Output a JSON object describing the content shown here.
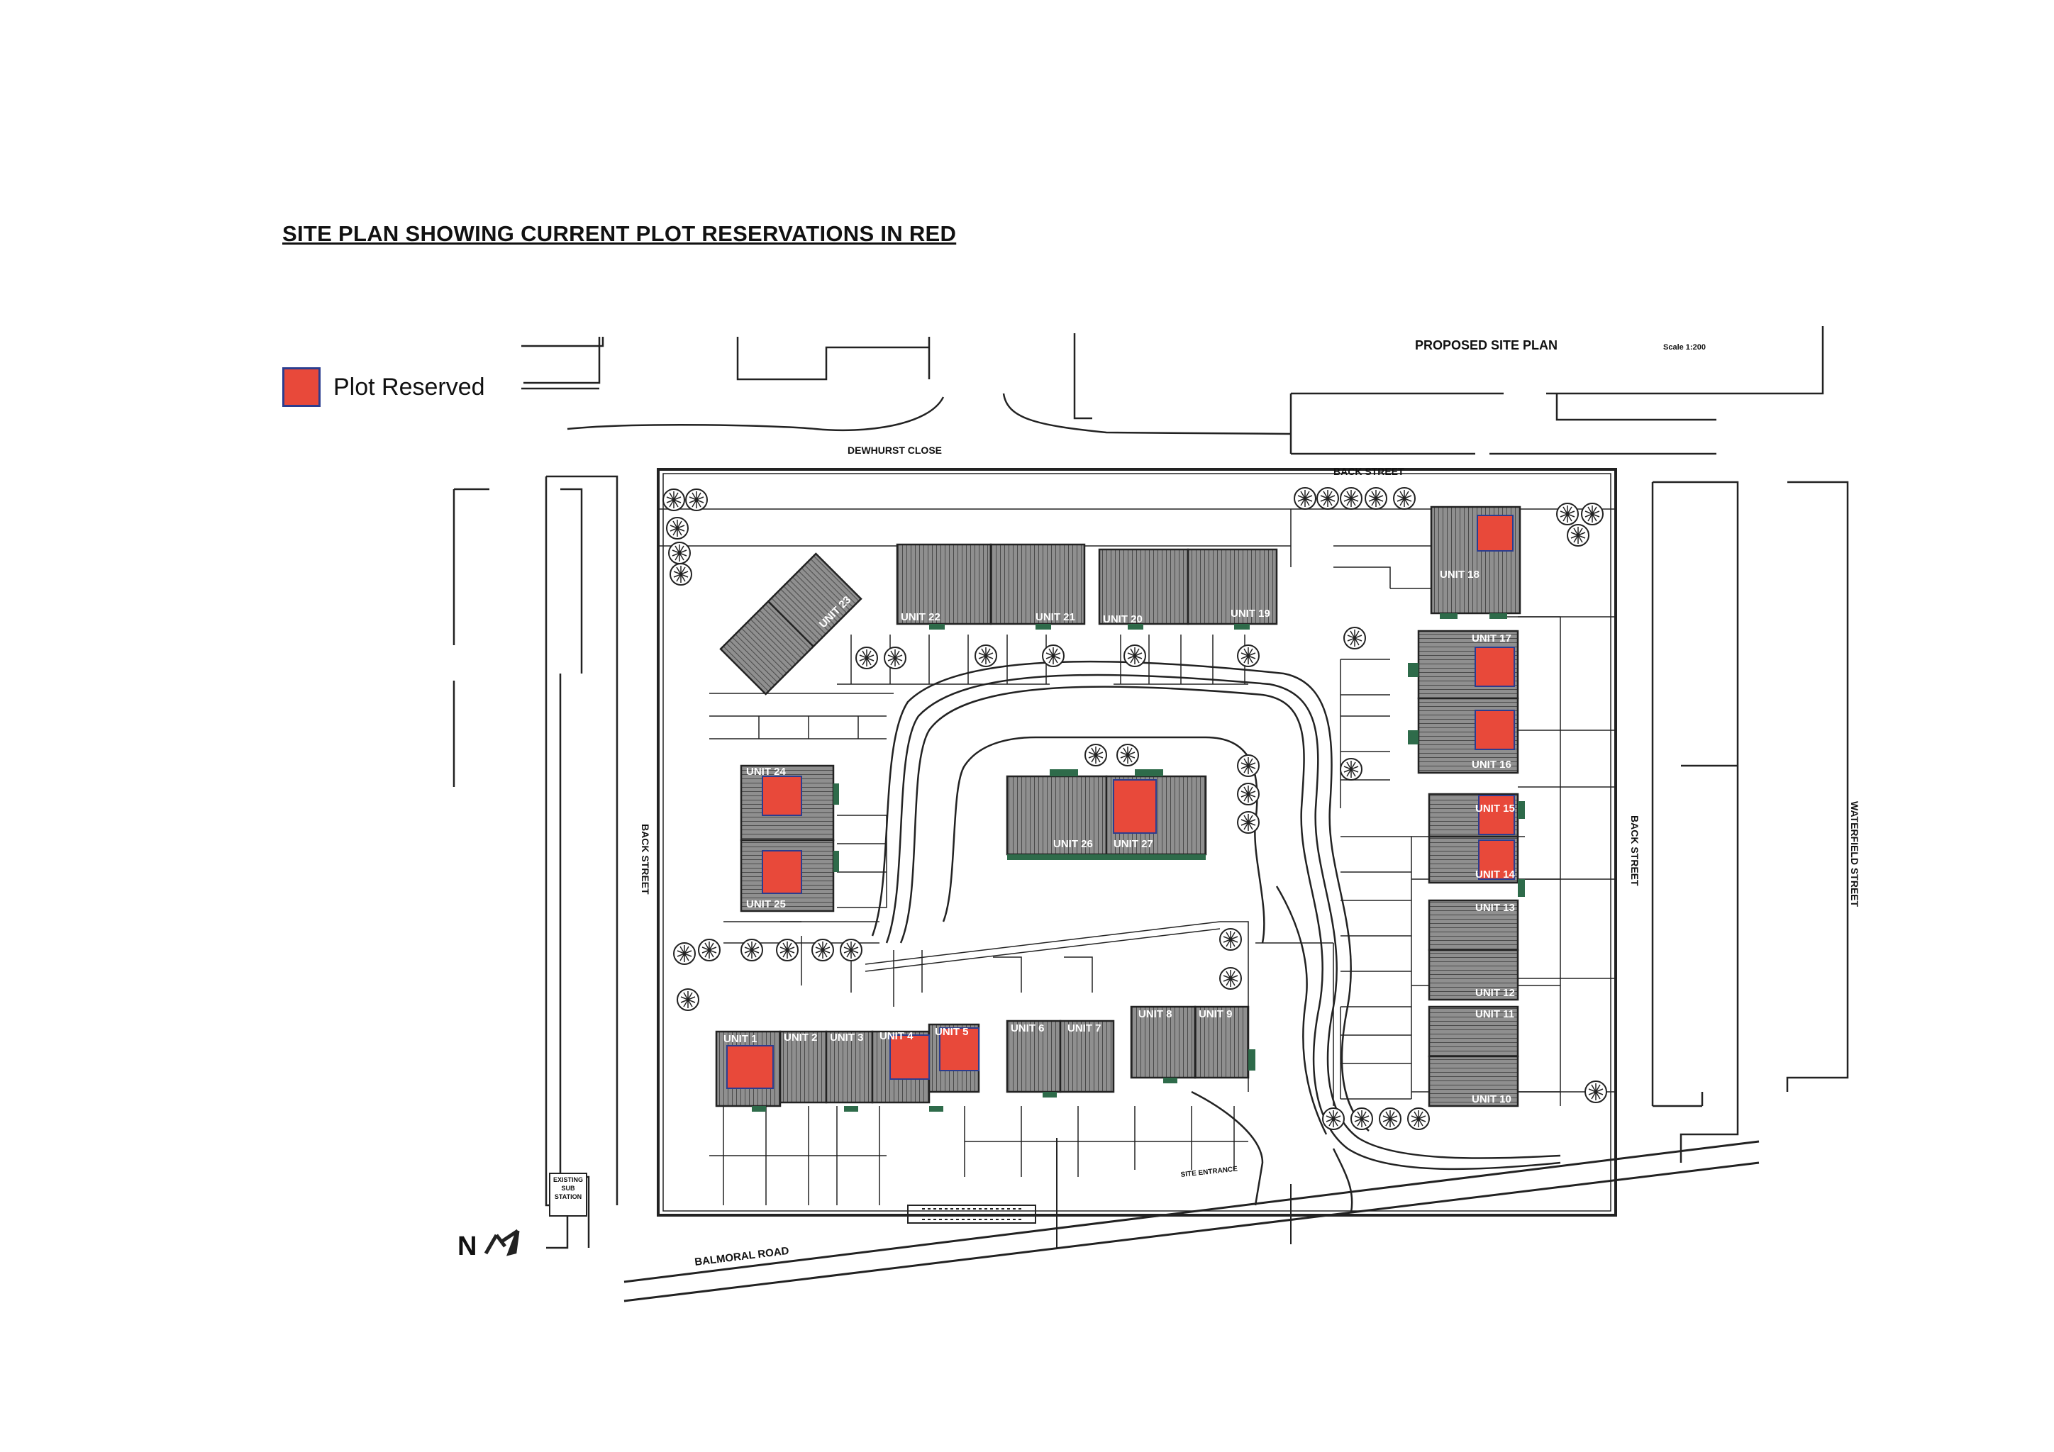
{
  "header": {
    "title": "SITE PLAN SHOWING CURRENT PLOT RESERVATIONS IN RED"
  },
  "legend": {
    "label": "Plot Reserved",
    "color": "#e8493a",
    "border_color": "#2b3d8f"
  },
  "plan": {
    "title": "PROPOSED SITE PLAN",
    "scale": "Scale 1:200",
    "north_label": "N",
    "roads": {
      "dewhurst_close": "DEWHURST CLOSE",
      "back_street_top": "BACK STREET",
      "back_street_left": "BACK STREET",
      "back_street_right": "BACK STREET",
      "waterfield_street": "WATERFIELD STREET",
      "balmoral_road": "BALMORAL ROAD",
      "site_entrance": "SITE ENTRANCE"
    },
    "substation": "EXISTING SUB STATION",
    "units": [
      {
        "label": "UNIT 1",
        "reserved": true
      },
      {
        "label": "UNIT 2",
        "reserved": false
      },
      {
        "label": "UNIT 3",
        "reserved": false
      },
      {
        "label": "UNIT 4",
        "reserved": true
      },
      {
        "label": "UNIT 5",
        "reserved": true
      },
      {
        "label": "UNIT 6",
        "reserved": false
      },
      {
        "label": "UNIT 7",
        "reserved": false
      },
      {
        "label": "UNIT 8",
        "reserved": false
      },
      {
        "label": "UNIT 9",
        "reserved": false
      },
      {
        "label": "UNIT 10",
        "reserved": false
      },
      {
        "label": "UNIT 11",
        "reserved": false
      },
      {
        "label": "UNIT 12",
        "reserved": false
      },
      {
        "label": "UNIT 13",
        "reserved": false
      },
      {
        "label": "UNIT 14",
        "reserved": true
      },
      {
        "label": "UNIT 15",
        "reserved": true
      },
      {
        "label": "UNIT 16",
        "reserved": true
      },
      {
        "label": "UNIT 17",
        "reserved": true
      },
      {
        "label": "UNIT 18",
        "reserved": true
      },
      {
        "label": "UNIT 19",
        "reserved": false
      },
      {
        "label": "UNIT 20",
        "reserved": false
      },
      {
        "label": "UNIT 21",
        "reserved": false
      },
      {
        "label": "UNIT 22",
        "reserved": false
      },
      {
        "label": "UNIT 23",
        "reserved": false
      },
      {
        "label": "UNIT 24",
        "reserved": true
      },
      {
        "label": "UNIT 25",
        "reserved": true
      },
      {
        "label": "UNIT 26",
        "reserved": false
      },
      {
        "label": "UNIT 27",
        "reserved": true
      }
    ]
  }
}
